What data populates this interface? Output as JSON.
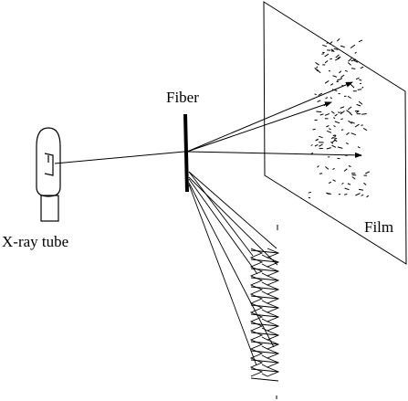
{
  "labels": {
    "fiber": "Fiber",
    "xray_tube": "X-ray tube",
    "film": "Film"
  },
  "colors": {
    "ink": "#000000",
    "background": "#ffffff"
  }
}
